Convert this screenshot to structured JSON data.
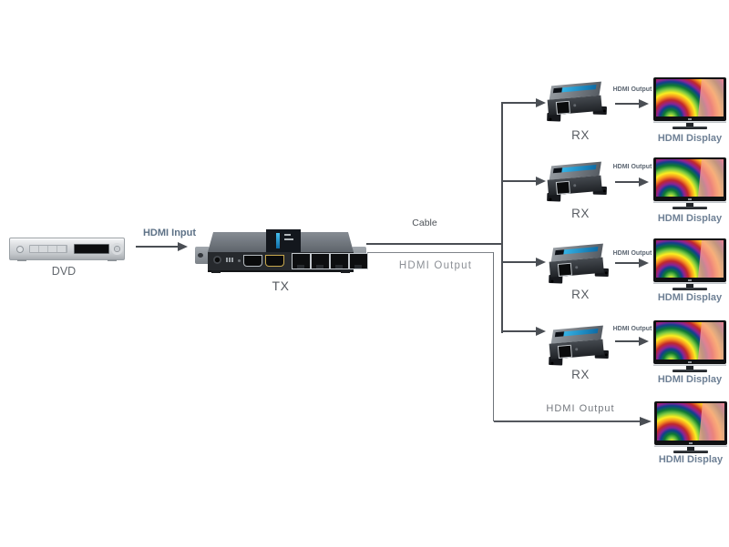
{
  "diagram": {
    "source": {
      "label": "DVD"
    },
    "input_link": {
      "label": "HDMI Input"
    },
    "transmitter": {
      "label": "TX"
    },
    "cable_link": {
      "label": "Cable"
    },
    "output_link": {
      "label": "HDMI Output"
    },
    "receivers": [
      {
        "label": "RX",
        "output_label": "HDMI Output",
        "display_label": "HDMI Display"
      },
      {
        "label": "RX",
        "output_label": "HDMI Output",
        "display_label": "HDMI Display"
      },
      {
        "label": "RX",
        "output_label": "HDMI Output",
        "display_label": "HDMI Display"
      },
      {
        "label": "RX",
        "output_label": "HDMI Output",
        "display_label": "HDMI Display"
      }
    ],
    "direct_output": {
      "label": "HDMI Output",
      "display_label": "HDMI Display"
    }
  },
  "colors": {
    "line": "#4a4e54",
    "thin_line": "#75797f",
    "device_label_gray": "#55595f",
    "input_label_blue": "#5d7186",
    "output_label_gray": "#8c9096",
    "display_label_blue": "#6e8095",
    "device_stripe_blue": "#2fa9dd",
    "monitor_overlay_pink": "#f69d93"
  }
}
